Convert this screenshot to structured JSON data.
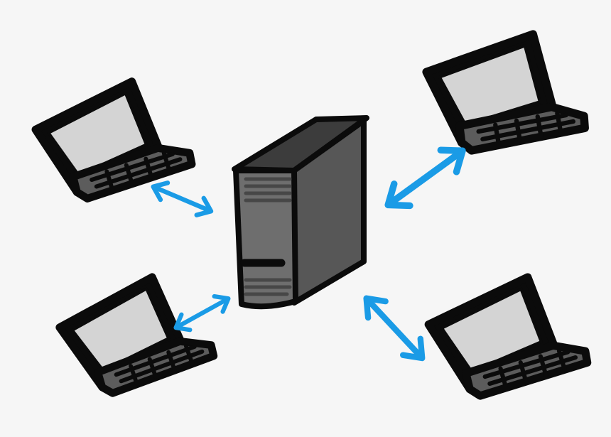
{
  "colors": {
    "background": "#f6f6f6",
    "outline": "#0b0b0b",
    "screen": "#d4d4d4",
    "keyboard": "#5c5c5c",
    "server_front": "#6e6e6e",
    "server_side": "#575757",
    "server_top": "#3c3c3c",
    "server_stripe": "#474747",
    "arrow": "#1a9be6"
  },
  "nodes": [
    {
      "kind": "server",
      "icon": "server-tower-icon"
    },
    {
      "kind": "laptop",
      "icon": "laptop-icon",
      "position": "top-left"
    },
    {
      "kind": "laptop",
      "icon": "laptop-icon",
      "position": "top-right"
    },
    {
      "kind": "laptop",
      "icon": "laptop-icon",
      "position": "bottom-left"
    },
    {
      "kind": "laptop",
      "icon": "laptop-icon",
      "position": "bottom-right"
    }
  ],
  "connections": [
    {
      "from": "top-left",
      "to": "server",
      "direction": "bidirectional"
    },
    {
      "from": "top-right",
      "to": "server",
      "direction": "bidirectional"
    },
    {
      "from": "bottom-left",
      "to": "server",
      "direction": "bidirectional"
    },
    {
      "from": "bottom-right",
      "to": "server",
      "direction": "bidirectional"
    }
  ]
}
